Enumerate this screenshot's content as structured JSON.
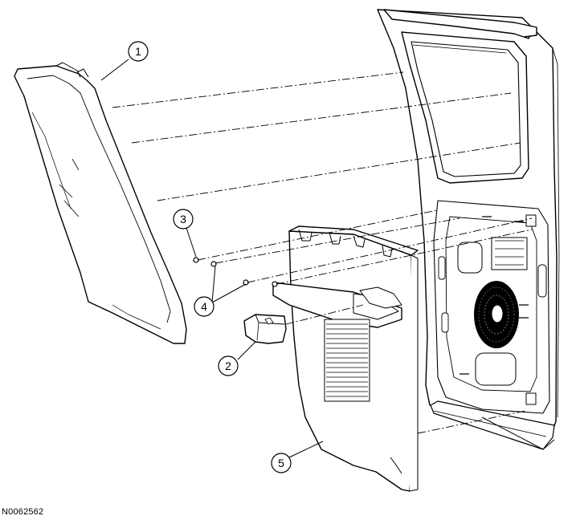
{
  "figure": {
    "id": "N0062562"
  },
  "callouts": [
    {
      "number": "1"
    },
    {
      "number": "2"
    },
    {
      "number": "3"
    },
    {
      "number": "4"
    },
    {
      "number": "5"
    }
  ]
}
